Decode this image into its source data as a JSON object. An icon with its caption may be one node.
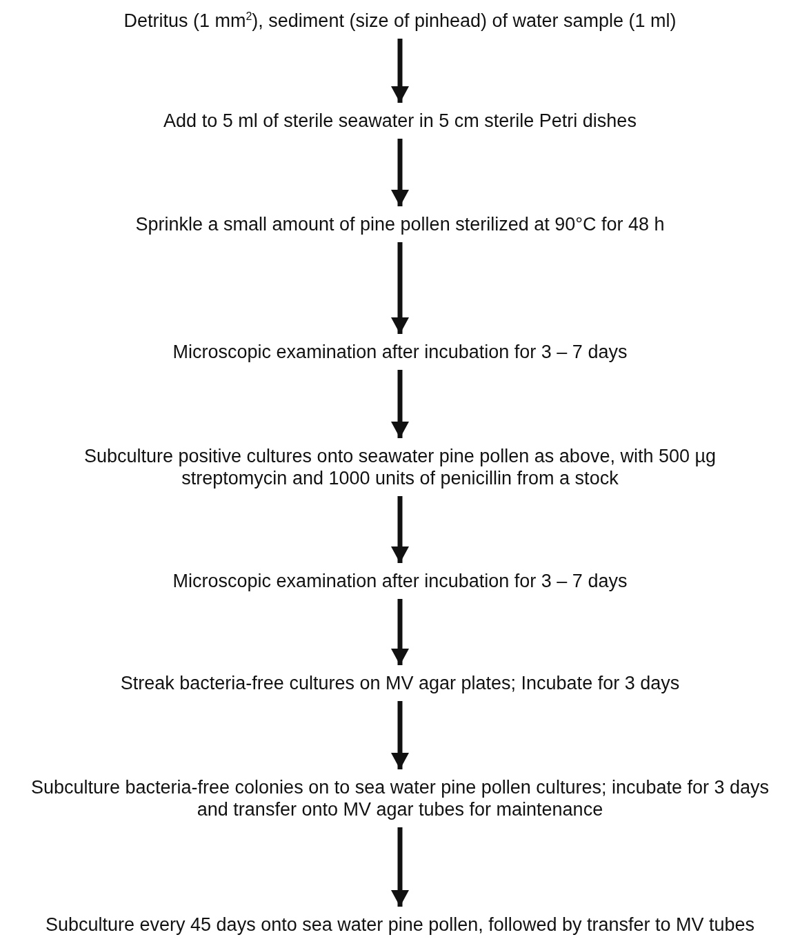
{
  "diagram": {
    "nodes": [
      {
        "text": [
          "Detritus (1 mm$^{2}$), sediment (size of pinhead) of water sample (1 ml)"
        ]
      },
      {
        "text": [
          "Add to 5 ml of sterile seawater in 5 cm sterile Petri dishes"
        ]
      },
      {
        "text": [
          "Sprinkle a small amount of pine pollen sterilized at 90°C for 48 h"
        ]
      },
      {
        "text": [
          "Microscopic examination after incubation for 3 – 7 days"
        ]
      },
      {
        "text": [
          "Subculture positive cultures onto seawater pine pollen as above, with 500 µg streptomycin and 1000 units of penicillin from a stock"
        ]
      },
      {
        "text": [
          "Microscopic examination after incubation for 3 – 7 days"
        ]
      },
      {
        "text": [
          "Streak bacteria-free cultures on MV agar plates; Incubate for 3 days"
        ]
      },
      {
        "text": [
          "Subculture bacteria-free colonies on to sea water pine pollen cultures; incubate for 3 days and transfer onto MV agar tubes for maintenance"
        ]
      },
      {
        "text": [
          "Subculture every 45 days onto sea water pine pollen, followed by transfer to MV tubes"
        ]
      }
    ],
    "edges": [
      {
        "from": 0,
        "to": 1,
        "arrow": "to"
      },
      {
        "from": 1,
        "to": 2,
        "arrow": "to"
      },
      {
        "from": 2,
        "to": 3,
        "arrow": "to"
      },
      {
        "from": 3,
        "to": 4,
        "arrow": "to"
      },
      {
        "from": 4,
        "to": 5,
        "arrow": "to"
      },
      {
        "from": 5,
        "to": 6,
        "arrow": "to"
      },
      {
        "from": 6,
        "to": 7,
        "arrow": "to"
      },
      {
        "from": 7,
        "to": 8,
        "arrow": "to"
      }
    ]
  }
}
